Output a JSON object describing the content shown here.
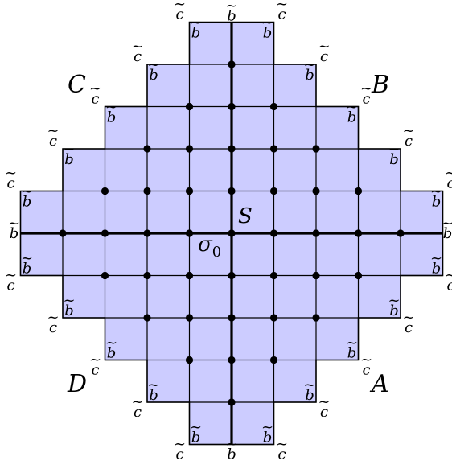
{
  "corners": {
    "A": "A",
    "B": "B",
    "C": "C",
    "D": "D"
  },
  "center": {
    "S": "S",
    "sigma": "σ",
    "sigma_sub": "0"
  },
  "edge_labels": {
    "b": "b",
    "c": "c",
    "tilde": "~"
  },
  "colors": {
    "fill": "#ccccff",
    "stroke": "#000000",
    "dot": "#000000"
  }
}
